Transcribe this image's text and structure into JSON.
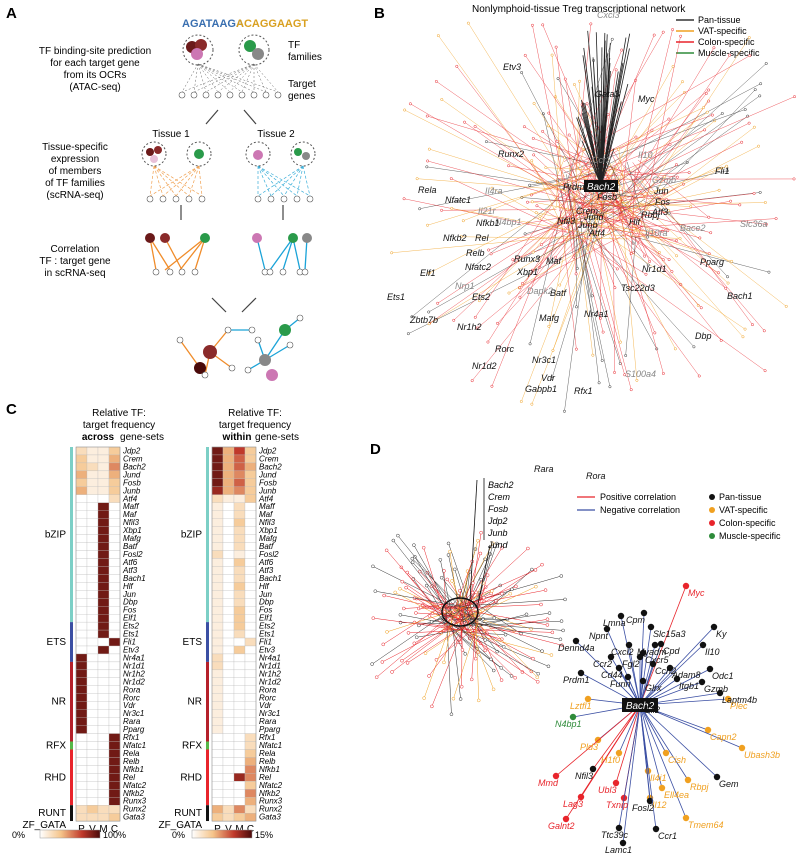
{
  "panelA": {
    "letter": "A",
    "motif1": "AGATAAGA",
    "motif2": "ACAGGAAGT",
    "step1": [
      "TF binding-site prediction",
      "for each target gene",
      "from its OCRs",
      "(ATAC-seq)"
    ],
    "tf_families": [
      "TF",
      "families"
    ],
    "target_genes": [
      "Target",
      "genes"
    ],
    "tissue1": "Tissue 1",
    "tissue2": "Tissue 2",
    "step2": [
      "Tissue-specific",
      "expression",
      "of members",
      "of TF families",
      "(scRNA-seq)"
    ],
    "step3": [
      "Correlation",
      "TF : target gene",
      "in scRNA-seq"
    ]
  },
  "panelB": {
    "letter": "B",
    "title": "Nonlymphoid-tissue Treg transcriptional network",
    "legend": [
      {
        "label": "Pan-tissue",
        "color": "#333333"
      },
      {
        "label": "VAT-specific",
        "color": "#f0a020"
      },
      {
        "label": "Colon-specific",
        "color": "#e8242b"
      },
      {
        "label": "Muscle-specific",
        "color": "#2e8b3a"
      }
    ],
    "center": "Bach2",
    "nodes": [
      {
        "t": "Cxcl3",
        "c": "g"
      },
      {
        "t": "Etv3",
        "c": "k"
      },
      {
        "t": "Gata3",
        "c": "k"
      },
      {
        "t": "Myc",
        "c": "k"
      },
      {
        "t": "Runx2",
        "c": "k"
      },
      {
        "t": "Il10",
        "c": "g"
      },
      {
        "t": "Fli1",
        "c": "k"
      },
      {
        "t": "Ccr2",
        "c": "g"
      },
      {
        "t": "Rela",
        "c": "k"
      },
      {
        "t": "Nfatc1",
        "c": "k"
      },
      {
        "t": "Il4ra",
        "c": "g"
      },
      {
        "t": "Il21r",
        "c": "g"
      },
      {
        "t": "Prdm1",
        "c": "k"
      },
      {
        "t": "Gzmb",
        "c": "g"
      },
      {
        "t": "N4bp1",
        "c": "g"
      },
      {
        "t": "Nfkb1",
        "c": "k"
      },
      {
        "t": "Jun",
        "c": "k"
      },
      {
        "t": "Fos",
        "c": "k"
      },
      {
        "t": "Slc36a",
        "c": "g"
      },
      {
        "t": "Nfkb2",
        "c": "k"
      },
      {
        "t": "Fosb",
        "c": "k"
      },
      {
        "t": "Rel",
        "c": "k"
      },
      {
        "t": "Relb",
        "c": "k"
      },
      {
        "t": "Nfatc2",
        "c": "k"
      },
      {
        "t": "Runx3",
        "c": "k"
      },
      {
        "t": "Crem",
        "c": "k"
      },
      {
        "t": "Jund",
        "c": "k"
      },
      {
        "t": "Nfil3",
        "c": "k"
      },
      {
        "t": "Junb",
        "c": "k"
      },
      {
        "t": "Bace2",
        "c": "g"
      },
      {
        "t": "Il10ra",
        "c": "g"
      },
      {
        "t": "Rbpj",
        "c": "k"
      },
      {
        "t": "Pparg",
        "c": "k"
      },
      {
        "t": "Elf1",
        "c": "k"
      },
      {
        "t": "Nrp1",
        "c": "g"
      },
      {
        "t": "Xbp1",
        "c": "k"
      },
      {
        "t": "Maf",
        "c": "k"
      },
      {
        "t": "Atf4",
        "c": "k"
      },
      {
        "t": "Hlf",
        "c": "k"
      },
      {
        "t": "Atf3",
        "c": "k"
      },
      {
        "t": "Tsc22d3",
        "c": "k"
      },
      {
        "t": "Batf",
        "c": "k"
      },
      {
        "t": "Ets2",
        "c": "k"
      },
      {
        "t": "Ets1",
        "c": "k"
      },
      {
        "t": "Dapk2",
        "c": "g"
      },
      {
        "t": "Nr1d1",
        "c": "k"
      },
      {
        "t": "Bach1",
        "c": "k"
      },
      {
        "t": "Zbtb7b",
        "c": "k"
      },
      {
        "t": "Nr1h2",
        "c": "k"
      },
      {
        "t": "Mafg",
        "c": "k"
      },
      {
        "t": "Nr4a1",
        "c": "k"
      },
      {
        "t": "Rorc",
        "c": "k"
      },
      {
        "t": "Nr3c1",
        "c": "k"
      },
      {
        "t": "Dbp",
        "c": "k"
      },
      {
        "t": "Nr1d2",
        "c": "k"
      },
      {
        "t": "Vdr",
        "c": "k"
      },
      {
        "t": "S100a4",
        "c": "g"
      },
      {
        "t": "Gabpb1",
        "c": "k"
      },
      {
        "t": "Rfx1",
        "c": "k"
      },
      {
        "t": "Rara",
        "c": "k"
      },
      {
        "t": "Rora",
        "c": "k"
      }
    ]
  },
  "panelC": {
    "letter": "C",
    "heat1_title": [
      "Relative TF:",
      "target frequency"
    ],
    "heat1_emph": "across",
    "heat1_tail": "gene-sets",
    "heat2_title": [
      "Relative TF:",
      "target frequency"
    ],
    "heat2_emph": "within",
    "heat2_tail": "gene-sets",
    "columns": [
      "P",
      "V",
      "M",
      "C"
    ],
    "families": [
      {
        "name": "bZIP",
        "color": "#7ccfc6",
        "start": 0,
        "count": 22
      },
      {
        "name": "ETS",
        "color": "#3b4fa3",
        "start": 22,
        "count": 5
      },
      {
        "name": "NR",
        "color": "#b5202a",
        "start": 27,
        "count": 10
      },
      {
        "name": "RFX",
        "color": "#55b848",
        "start": 37,
        "count": 1
      },
      {
        "name": "RHD",
        "color": "#e8242b",
        "start": 38,
        "count": 7
      },
      {
        "name": "RUNT",
        "color": "#111111",
        "start": 45,
        "count": 2
      },
      {
        "name": "ZF_GATA",
        "color": "#ffffff",
        "start": 47,
        "count": 1
      }
    ],
    "genes": [
      "Jdp2",
      "Crem",
      "Bach2",
      "Jund",
      "Fosb",
      "Junb",
      "Atf4",
      "Maff",
      "Maf",
      "Nfil3",
      "Xbp1",
      "Mafg",
      "Batf",
      "Fosl2",
      "Atf6",
      "Atf3",
      "Bach1",
      "Hlf",
      "Jun",
      "Dbp",
      "Fos",
      "Elf1",
      "Ets2",
      "Ets1",
      "Fli1",
      "Etv3",
      "Nr4a1",
      "Nr1d1",
      "Nr1h2",
      "Nr1d2",
      "Rora",
      "Rorc",
      "Vdr",
      "Nr3c1",
      "Rara",
      "Pparg",
      "Rfx1",
      "Nfatc1",
      "Rela",
      "Relb",
      "Nfkb1",
      "Rel",
      "Nfatc2",
      "Nfkb2",
      "Runx3",
      "Runx2",
      "Gata3"
    ],
    "legend1": {
      "min": "0%",
      "max": "100%"
    },
    "legend2": {
      "min": "0%",
      "max": "15%"
    },
    "heat1": [
      [
        0.2,
        0.1,
        0.1,
        0.3
      ],
      [
        0.3,
        0.1,
        0.1,
        0.4
      ],
      [
        0.3,
        0.2,
        0.1,
        0.5
      ],
      [
        0.4,
        0.1,
        0.1,
        0.4
      ],
      [
        0.3,
        0.1,
        0.1,
        0.3
      ],
      [
        0.4,
        0.1,
        0.1,
        0.3
      ],
      [
        0,
        0,
        0,
        0.2
      ],
      [
        0,
        0,
        0.9,
        0
      ],
      [
        0,
        0,
        0.9,
        0
      ],
      [
        0,
        0,
        0.9,
        0
      ],
      [
        0,
        0,
        0.9,
        0
      ],
      [
        0,
        0,
        0.9,
        0
      ],
      [
        0,
        0,
        0.9,
        0
      ],
      [
        0,
        0,
        0.9,
        0
      ],
      [
        0,
        0,
        0.9,
        0
      ],
      [
        0,
        0,
        0.9,
        0
      ],
      [
        0,
        0,
        0.9,
        0
      ],
      [
        0,
        0,
        0.9,
        0
      ],
      [
        0,
        0,
        0.9,
        0
      ],
      [
        0,
        0,
        0.9,
        0
      ],
      [
        0,
        0,
        0.9,
        0
      ],
      [
        0,
        0,
        0.9,
        0
      ],
      [
        0,
        0,
        0.9,
        0
      ],
      [
        0,
        0,
        0.9,
        0
      ],
      [
        0,
        0,
        0,
        0.9
      ],
      [
        0,
        0,
        0.9,
        0
      ],
      [
        0.9,
        0,
        0,
        0
      ],
      [
        0.9,
        0,
        0,
        0
      ],
      [
        0.9,
        0,
        0,
        0
      ],
      [
        0.9,
        0,
        0,
        0
      ],
      [
        0.9,
        0,
        0,
        0
      ],
      [
        0.9,
        0,
        0,
        0
      ],
      [
        0.9,
        0,
        0,
        0
      ],
      [
        0.9,
        0,
        0,
        0
      ],
      [
        0.9,
        0,
        0,
        0
      ],
      [
        0.9,
        0,
        0,
        0
      ],
      [
        0,
        0,
        0,
        0.9
      ],
      [
        0,
        0,
        0,
        0.9
      ],
      [
        0,
        0,
        0,
        0.9
      ],
      [
        0,
        0,
        0,
        0.9
      ],
      [
        0,
        0,
        0,
        0.9
      ],
      [
        0,
        0,
        0,
        0.9
      ],
      [
        0,
        0,
        0,
        0.9
      ],
      [
        0,
        0,
        0,
        0.9
      ],
      [
        0,
        0,
        0,
        0.9
      ],
      [
        0.2,
        0.3,
        0.2,
        0.2
      ],
      [
        0.2,
        0.2,
        0.2,
        0.3
      ]
    ],
    "heat2": [
      [
        0.9,
        0.4,
        0.7,
        0.3
      ],
      [
        0.9,
        0.4,
        0.6,
        0.3
      ],
      [
        0.9,
        0.4,
        0.6,
        0.4
      ],
      [
        0.9,
        0.4,
        0.5,
        0.3
      ],
      [
        0.9,
        0.4,
        0.6,
        0.3
      ],
      [
        0.8,
        0.4,
        0.5,
        0.3
      ],
      [
        0.2,
        0.1,
        0.1,
        0.3
      ],
      [
        0.1,
        0,
        0.2,
        0
      ],
      [
        0.1,
        0,
        0.2,
        0
      ],
      [
        0.1,
        0,
        0.3,
        0
      ],
      [
        0.1,
        0,
        0.2,
        0
      ],
      [
        0.1,
        0,
        0.2,
        0
      ],
      [
        0.1,
        0,
        0.2,
        0
      ],
      [
        0.2,
        0,
        0.1,
        0
      ],
      [
        0.1,
        0,
        0.3,
        0
      ],
      [
        0.1,
        0,
        0.2,
        0
      ],
      [
        0.1,
        0,
        0.2,
        0
      ],
      [
        0.1,
        0,
        0.3,
        0
      ],
      [
        0.1,
        0,
        0.2,
        0
      ],
      [
        0.1,
        0,
        0.2,
        0
      ],
      [
        0.1,
        0,
        0.3,
        0
      ],
      [
        0.1,
        0,
        0.3,
        0
      ],
      [
        0.1,
        0,
        0.3,
        0
      ],
      [
        0.1,
        0,
        0.2,
        0
      ],
      [
        0.1,
        0,
        0,
        0.2
      ],
      [
        0.1,
        0,
        0.3,
        0
      ],
      [
        0.2,
        0,
        0,
        0
      ],
      [
        0.2,
        0,
        0,
        0
      ],
      [
        0.1,
        0,
        0,
        0
      ],
      [
        0.1,
        0,
        0,
        0
      ],
      [
        0.1,
        0,
        0,
        0
      ],
      [
        0.1,
        0,
        0,
        0
      ],
      [
        0.1,
        0,
        0,
        0
      ],
      [
        0.1,
        0,
        0,
        0
      ],
      [
        0.1,
        0,
        0,
        0
      ],
      [
        0.1,
        0,
        0,
        0
      ],
      [
        0,
        0,
        0,
        0.2
      ],
      [
        0,
        0,
        0,
        0.2
      ],
      [
        0,
        0,
        0,
        0.3
      ],
      [
        0,
        0,
        0,
        0.4
      ],
      [
        0,
        0,
        0,
        0.5
      ],
      [
        0,
        0,
        0.8,
        0.5
      ],
      [
        0,
        0,
        0,
        0.3
      ],
      [
        0,
        0,
        0,
        0.5
      ],
      [
        0,
        0,
        0,
        0.4
      ],
      [
        0.4,
        0.2,
        0.5,
        0.2
      ],
      [
        0.3,
        0.2,
        0.3,
        0.4
      ]
    ]
  },
  "panelD": {
    "letter": "D",
    "legend_lines": [
      {
        "label": "Positive correlation",
        "color": "#e8242b"
      },
      {
        "label": "Negative correlation",
        "color": "#3b4fa3"
      }
    ],
    "legend_dots": [
      {
        "label": "Pan-tissue",
        "color": "#111111"
      },
      {
        "label": "VAT-specific",
        "color": "#f0a020"
      },
      {
        "label": "Colon-specific",
        "color": "#e8242b"
      },
      {
        "label": "Muscle-specific",
        "color": "#2e8b3a"
      }
    ],
    "tf_list": [
      "Bach2",
      "Crem",
      "Fosb",
      "Jdp2",
      "Junb",
      "Jund"
    ],
    "center": "Bach2",
    "nodes": [
      {
        "t": "Myc",
        "c": "r",
        "line": "r"
      },
      {
        "t": "Cpm",
        "c": "k",
        "line": "b"
      },
      {
        "t": "Lmna",
        "c": "k",
        "line": "b"
      },
      {
        "t": "Slc15a3",
        "c": "k",
        "line": "b"
      },
      {
        "t": "Npnt",
        "c": "k",
        "line": "b"
      },
      {
        "t": "Ky",
        "c": "k",
        "line": "b"
      },
      {
        "t": "Dennd4a",
        "c": "k",
        "line": "b"
      },
      {
        "t": "Cxcl2",
        "c": "k",
        "line": "b"
      },
      {
        "t": "Myadm",
        "c": "k",
        "line": "b"
      },
      {
        "t": "Cpd",
        "c": "k",
        "line": "b"
      },
      {
        "t": "Il10",
        "c": "k",
        "line": "b"
      },
      {
        "t": "Cxcr5",
        "c": "k",
        "line": "b"
      },
      {
        "t": "Ccr2",
        "c": "k",
        "line": "b"
      },
      {
        "t": "Fgl2",
        "c": "k",
        "line": "b"
      },
      {
        "t": "Ccrl2",
        "c": "k",
        "line": "b"
      },
      {
        "t": "Odc1",
        "c": "k",
        "line": "b"
      },
      {
        "t": "Adam8",
        "c": "k",
        "line": "b"
      },
      {
        "t": "Cd44",
        "c": "k",
        "line": "b"
      },
      {
        "t": "Prdm1",
        "c": "k",
        "line": "b"
      },
      {
        "t": "Furin",
        "c": "k",
        "line": "b"
      },
      {
        "t": "Gzmb",
        "c": "k",
        "line": "b"
      },
      {
        "t": "Itgb1",
        "c": "k",
        "line": "b"
      },
      {
        "t": "Glrx",
        "c": "k",
        "line": "b"
      },
      {
        "t": "Laptm4b",
        "c": "k",
        "line": "b"
      },
      {
        "t": "Ell2",
        "c": "k",
        "line": "b"
      },
      {
        "t": "Lztfl1",
        "c": "o",
        "line": "b"
      },
      {
        "t": "Plec",
        "c": "o",
        "line": "b"
      },
      {
        "t": "N4bp1",
        "c": "g",
        "line": "b"
      },
      {
        "t": "Pld3",
        "c": "o",
        "line": "b"
      },
      {
        "t": "Capn2",
        "c": "o",
        "line": "b"
      },
      {
        "t": "Ubash3b",
        "c": "o",
        "line": "b"
      },
      {
        "t": "H1f0",
        "c": "o",
        "line": "b"
      },
      {
        "t": "Nfil3",
        "c": "k",
        "line": "r"
      },
      {
        "t": "Cish",
        "c": "o",
        "line": "b"
      },
      {
        "t": "Il4i1",
        "c": "o",
        "line": "b"
      },
      {
        "t": "Ell4ea",
        "c": "o",
        "line": "b"
      },
      {
        "t": "Mmd",
        "c": "r",
        "line": "r"
      },
      {
        "t": "Ubl3",
        "c": "r",
        "line": "r"
      },
      {
        "t": "Il12",
        "c": "o",
        "line": "b"
      },
      {
        "t": "Rbpj",
        "c": "o",
        "line": "b"
      },
      {
        "t": "Lag3",
        "c": "r",
        "line": "r"
      },
      {
        "t": "Txnip",
        "c": "r",
        "line": "r"
      },
      {
        "t": "Gem",
        "c": "k",
        "line": "b"
      },
      {
        "t": "Fosl2",
        "c": "k",
        "line": "b"
      },
      {
        "t": "Tmem64",
        "c": "o",
        "line": "b"
      },
      {
        "t": "Galnt2",
        "c": "r",
        "line": "r"
      },
      {
        "t": "Ttc39c",
        "c": "k",
        "line": "b"
      },
      {
        "t": "Ccr1",
        "c": "k",
        "line": "b"
      },
      {
        "t": "Lamc1",
        "c": "k",
        "line": "b"
      }
    ]
  }
}
